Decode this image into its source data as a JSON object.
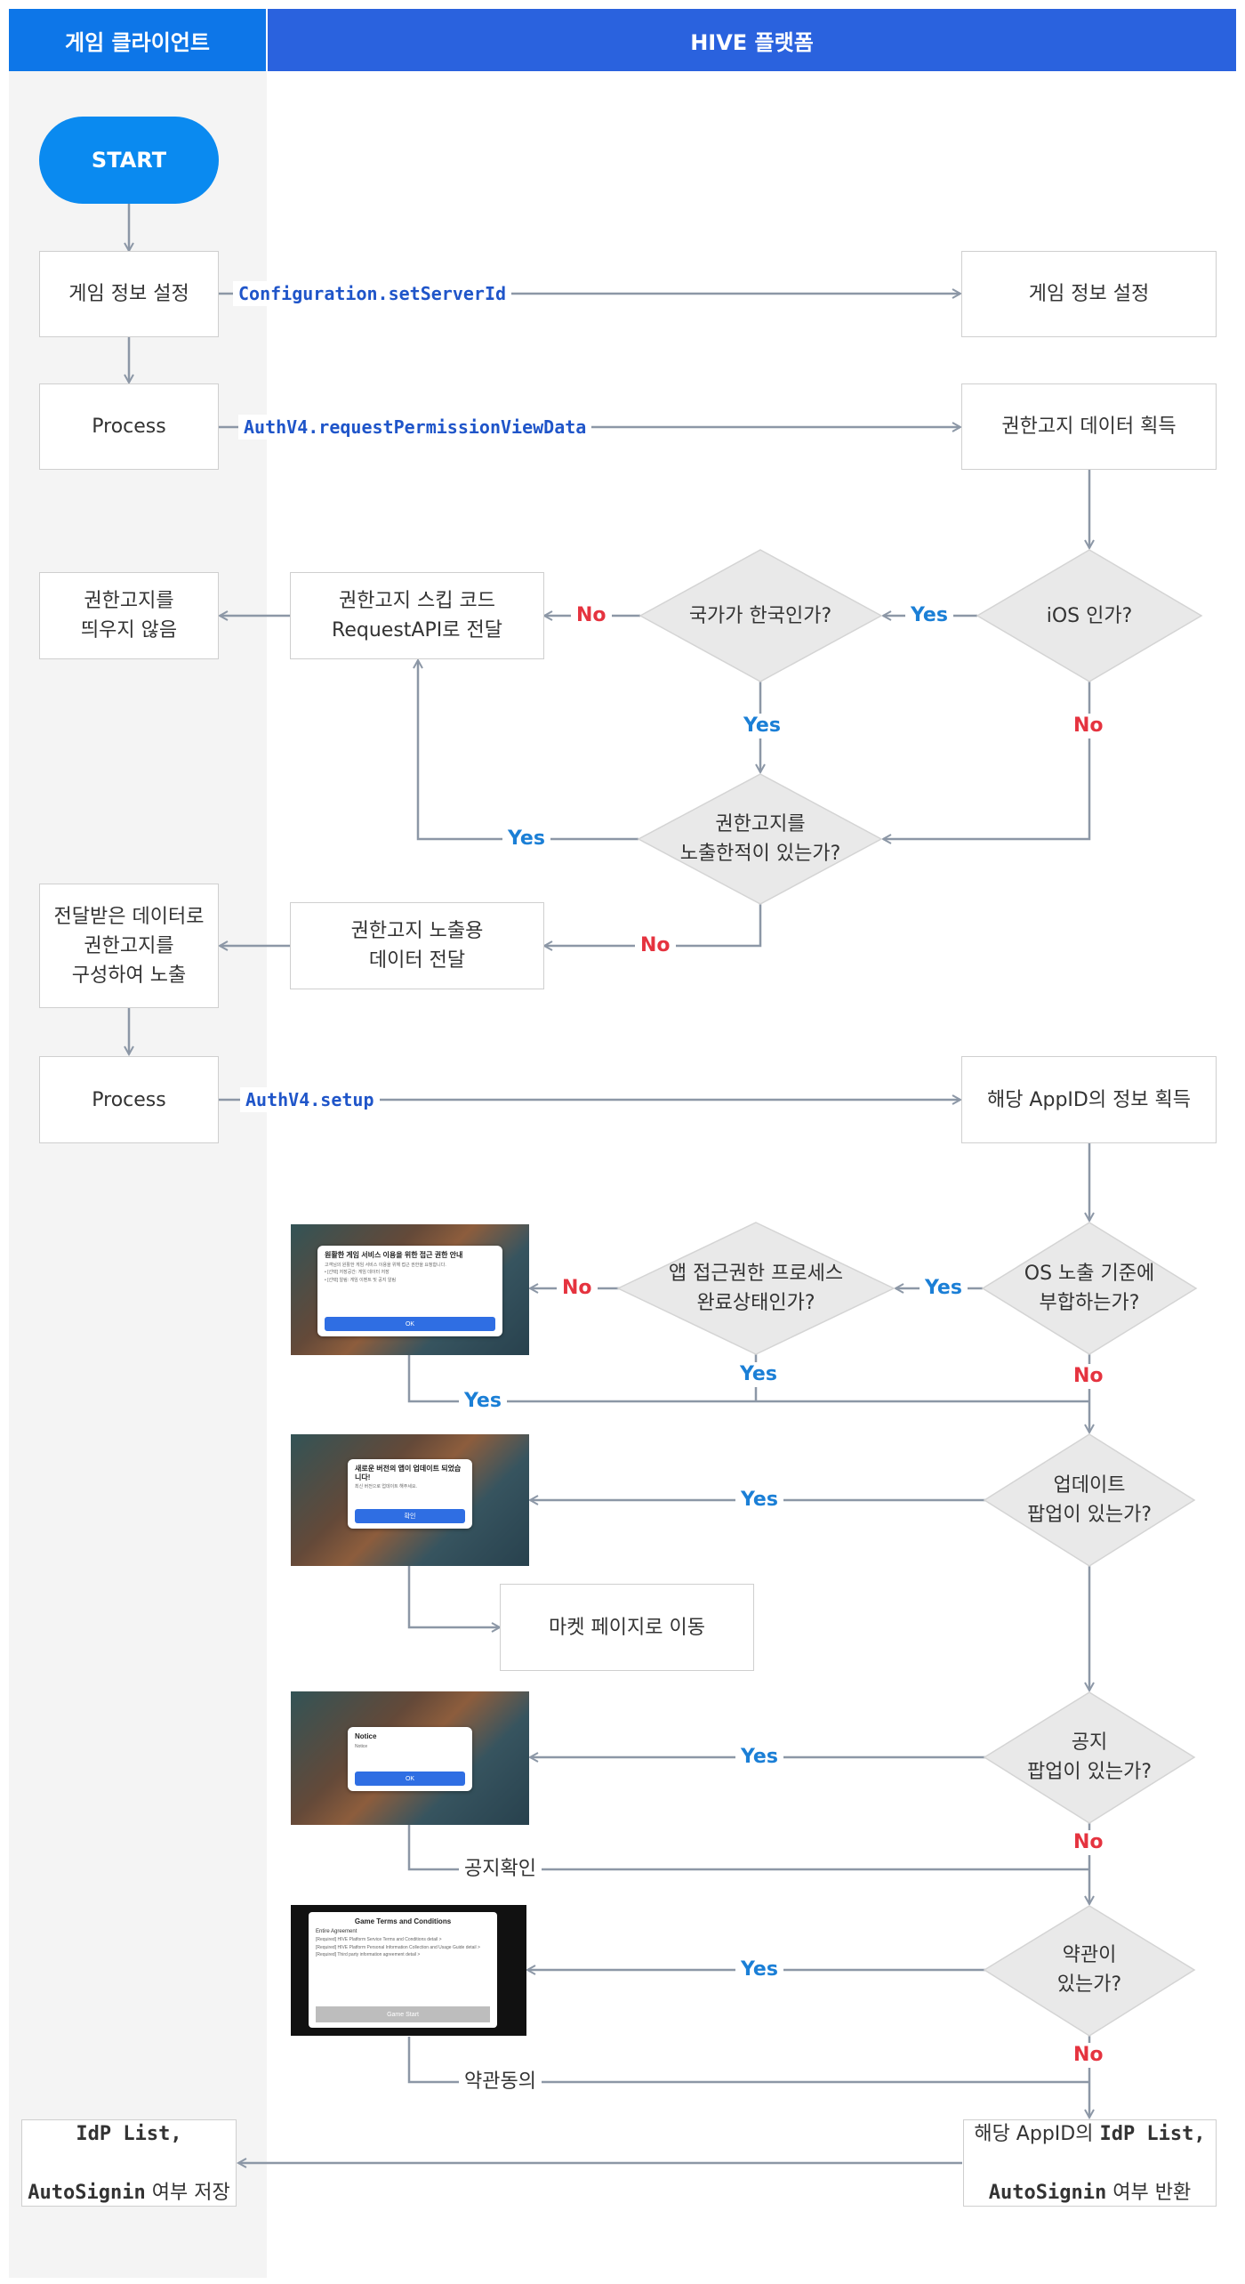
{
  "header": {
    "left": "게임 클라이언트",
    "right": "HIVE 플랫폼"
  },
  "start": "START",
  "boxes": {
    "game_info_client": "게임 정보 설정",
    "game_info_hive": "게임 정보 설정",
    "process1": "Process",
    "perm_data": "권한고지 데이터 획득",
    "no_show": "권한고지를\n띄우지 않음",
    "skip_code": "권한고지 스킵 코드\nRequestAPI로 전달",
    "send_data": "권한고지 노출용\n데이터 전달",
    "compose": "전달받은 데이터로\n권한고지를\n구성하여 노출",
    "process2": "Process",
    "appid_info": "해당 AppID의 정보 획득",
    "market": "마켓 페이지로 이동",
    "idp_save_l1": "IdP List",
    "idp_save_l1b": ",",
    "idp_save_l2": "AutoSignin",
    "idp_save_l2b": " 여부 저장",
    "idp_ret_l1a": "해당 AppID의 ",
    "idp_ret_l1b": "IdP List",
    "idp_ret_l1c": ",",
    "idp_ret_l2a": "AutoSignin",
    "idp_ret_l2b": " 여부 반환"
  },
  "decisions": {
    "ios": "iOS 인가?",
    "korea": "국가가 한국인가?",
    "exposed": "권한고지를\n노출한적이 있는가?",
    "os_criteria": "OS 노출 기준에\n부합하는가?",
    "app_access": "앱 접근권한 프로세스\n완료상태인가?",
    "update": "업데이트\n팝업이 있는가?",
    "notice": "공지\n팝업이 있는가?",
    "terms": "약관이\n있는가?"
  },
  "api_calls": {
    "set_server": "Configuration.setServerId",
    "request_perm": "AuthV4.requestPermissionViewData",
    "setup": "AuthV4.setup"
  },
  "labels": {
    "yes": "Yes",
    "no": "No",
    "notice_confirm": "공지확인",
    "terms_agree": "약관동의"
  },
  "screenshots": {
    "permission": {
      "title": "원활한 게임 서비스 이용을 위한 접근 권한 안내",
      "lines": [
        "고객님의 원활한 게임 서비스 이용을 위해 접근 권한을 요청합니다.",
        "• [선택] 저장공간: 게임 데이터 저장",
        "• [선택] 알림: 게임 이벤트 및 공지 알림"
      ],
      "button": "OK"
    },
    "update": {
      "title": "새로운 버전의 앱이 업데이트 되었습니다!",
      "lines": [
        "최신 버전으로 업데이트 해주세요."
      ],
      "button": "확인"
    },
    "notice": {
      "title": "Notice",
      "lines": [
        "Notice"
      ],
      "button": "OK"
    },
    "terms": {
      "title": "Game Terms and Conditions",
      "subtitle": "Entire Agreement",
      "lines": [
        "[Required] HIVE Platform Service Terms and Conditions detail >",
        "[Required] HIVE Platform Personal Information Collection and Usage Guide detail >",
        "[Required] Third party information agreement detail >"
      ],
      "button": "Game Start"
    }
  },
  "colors": {
    "client_header": "#0d76e8",
    "hive_header": "#2a62de",
    "start": "#0a8af0",
    "yes": "#1b7fd6",
    "no": "#e5333f",
    "api": "#1f55c9"
  }
}
